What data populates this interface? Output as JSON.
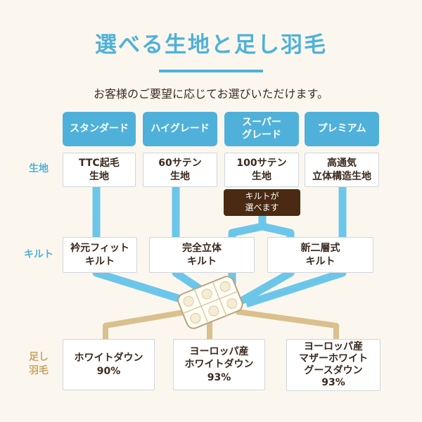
{
  "title": "選べる生地と足し羽毛",
  "subtitle": "お客様のご要望に応じてお選びいただけます。",
  "row_labels": {
    "fabric": "生地",
    "quilt": "キルト",
    "down": "足し\n羽毛"
  },
  "grades": [
    "スタンダード",
    "ハイグレード",
    "スーパー\nグレード",
    "プレミアム"
  ],
  "fabrics": [
    "TTC起毛\n生地",
    "60サテン\n生地",
    "100サテン\n生地",
    "高通気\n立体構造生地"
  ],
  "quilt_note": "キルトが\n選べます",
  "quilts": [
    "衿元フィット\nキルト",
    "完全立体\nキルト",
    "新二層式\nキルト"
  ],
  "downs": [
    "ホワイトダウン\n90%",
    "ヨーロッパ産\nホワイトダウン\n93%",
    "ヨーロッパ産\nマザーホワイト\nグースダウン\n93%"
  ],
  "colors": {
    "accent": "#4fb1da",
    "flow_blue": "#6cc6ea",
    "flow_tan": "#d9c08d",
    "tan_text": "#c9a463",
    "note_bg": "#4a2a12",
    "text": "#3b2a1e"
  },
  "icons": {
    "center": "duvet-icon"
  }
}
